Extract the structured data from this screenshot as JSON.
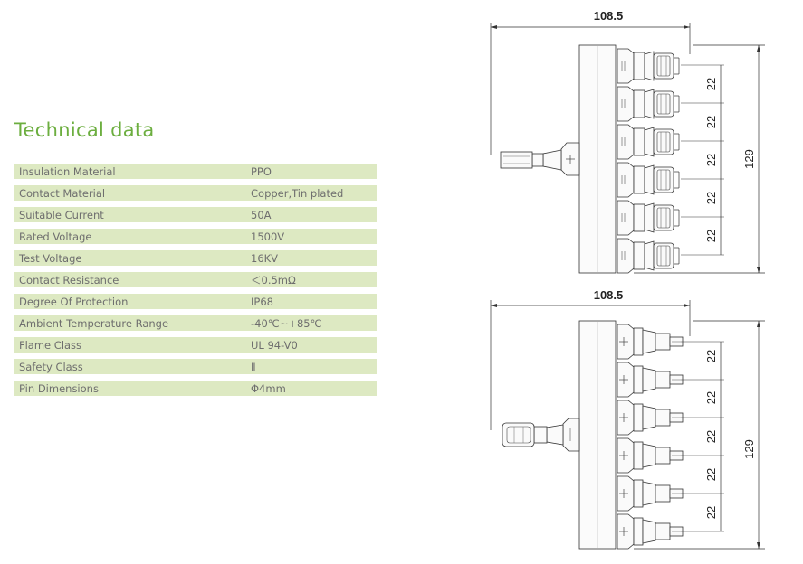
{
  "heading": "Technical data",
  "specs": [
    {
      "label": "Insulation Material",
      "value": "PPO"
    },
    {
      "label": "Contact Material",
      "value": "Copper,Tin plated"
    },
    {
      "label": "Suitable Current",
      "value": "50A"
    },
    {
      "label": "Rated Voltage",
      "value": "1500V"
    },
    {
      "label": "Test Voltage",
      "value": "16KV"
    },
    {
      "label": "Contact Resistance",
      "value": "＜0.5mΩ"
    },
    {
      "label": "Degree Of Protection",
      "value": "IP68"
    },
    {
      "label": "Ambient Temperature Range",
      "value": "-40℃~+85℃"
    },
    {
      "label": "Flame Class",
      "value": "UL 94-V0"
    },
    {
      "label": "Safety Class",
      "value": "Ⅱ"
    },
    {
      "label": "Pin Dimensions",
      "value": "Φ4mm"
    }
  ],
  "drawings": [
    {
      "width_dim": "108.5",
      "height_dim": "129",
      "pitch_dim": "22"
    },
    {
      "width_dim": "108.5",
      "height_dim": "129",
      "pitch_dim": "22"
    }
  ],
  "colors": {
    "heading": "#6cae3f",
    "row_bg": "#dde9c2",
    "row_text": "#6e6e6e"
  }
}
